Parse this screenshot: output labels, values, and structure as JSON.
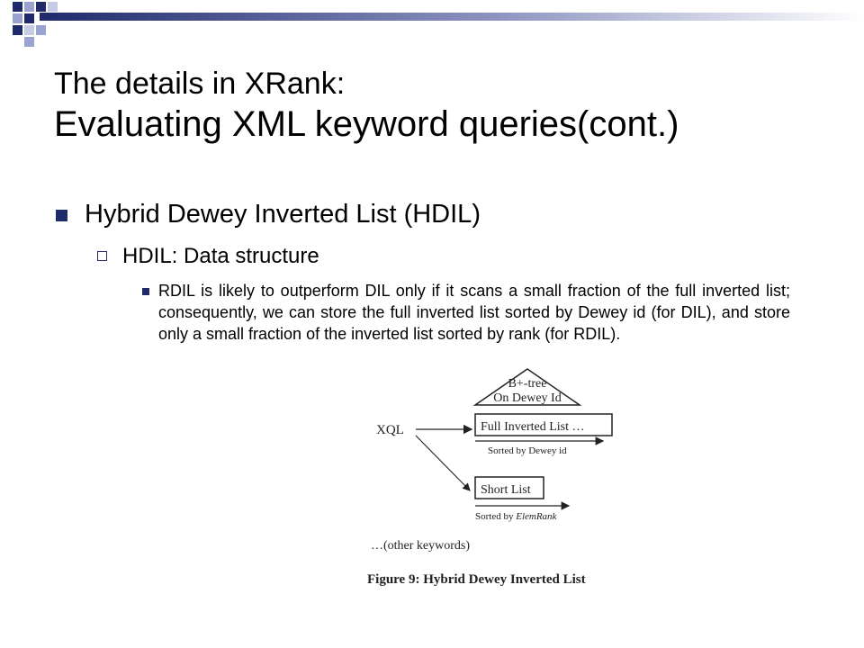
{
  "slide": {
    "title_line1": "The details in XRank:",
    "title_line2": "Evaluating XML keyword queries(cont.)",
    "bullet1": "Hybrid Dewey Inverted List (HDIL)",
    "bullet2": "HDIL: Data structure",
    "bullet3": "RDIL is likely to outperform DIL only if it scans a small fraction of the full inverted list; consequently, we can store the full inverted list sorted by Dewey id (for DIL), and store only a small fraction of the inverted list sorted by rank (for RDIL)."
  },
  "figure": {
    "btree_line1": "B+-tree",
    "btree_line2": "On Dewey Id",
    "xql": "XQL",
    "full_list": "Full Inverted List …",
    "sorted_dewey": "Sorted by Dewey id",
    "short_list": "Short List",
    "sorted_elemrank_prefix": "Sorted by ",
    "sorted_elemrank_em": "ElemRank",
    "other_keywords": "…(other keywords)",
    "caption": "Figure 9: Hybrid Dewey Inverted List"
  },
  "colors": {
    "accent_dark": "#1f2a6b",
    "accent_light": "#9aa3cf"
  }
}
